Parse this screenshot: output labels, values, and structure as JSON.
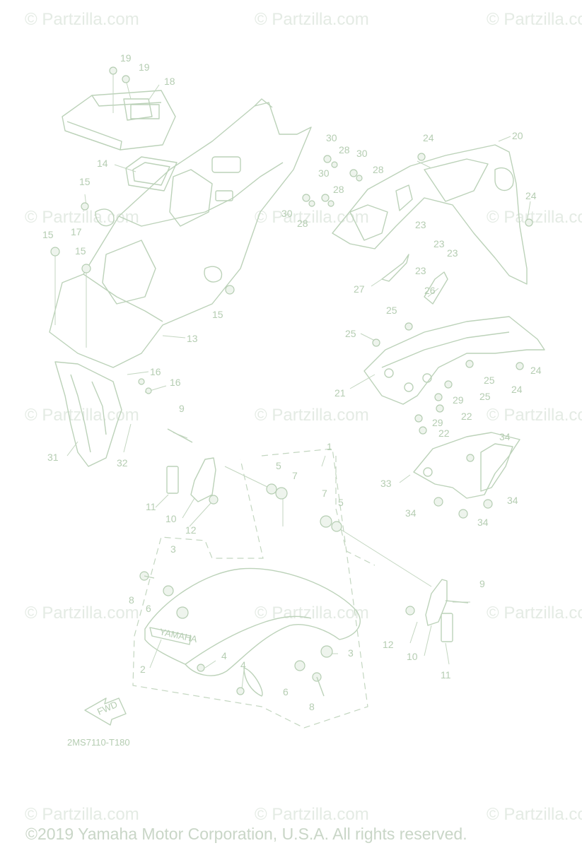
{
  "watermark": "© Partzilla.com",
  "diagram_code": "2MS7110-T180",
  "fwd_label": "FWD",
  "brand_decal": "YAMAHA",
  "copyright": "©2019 Yamaha Motor Corporation, U.S.A. All rights reserved.",
  "callouts": {
    "c19a": "19",
    "c19b": "19",
    "c18": "18",
    "c14": "14",
    "c15a": "15",
    "c15b": "15",
    "c15c": "15",
    "c15d": "15",
    "c17": "17",
    "c13": "13",
    "c16a": "16",
    "c16b": "16",
    "c31": "31",
    "c32": "32",
    "c30a": "30",
    "c30b": "30",
    "c30c": "30",
    "c30d": "30",
    "c28a": "28",
    "c28b": "28",
    "c28c": "28",
    "c28d": "28",
    "c24a": "24",
    "c24b": "24",
    "c24c": "24",
    "c24d": "24",
    "c20": "20",
    "c23a": "23",
    "c23b": "23",
    "c23c": "23",
    "c23d": "23",
    "c27": "27",
    "c26": "26",
    "c25a": "25",
    "c25b": "25",
    "c25c": "25",
    "c25d": "25",
    "c21": "21",
    "c29a": "29",
    "c29b": "29",
    "c22a": "22",
    "c22b": "22",
    "c33": "33",
    "c34a": "34",
    "c34b": "34",
    "c34c": "34",
    "c34d": "34",
    "c9a": "9",
    "c9b": "9",
    "c1": "1",
    "c5a": "5",
    "c5b": "5",
    "c7a": "7",
    "c7b": "7",
    "c11a": "11",
    "c11b": "11",
    "c10a": "10",
    "c10b": "10",
    "c12a": "12",
    "c12b": "12",
    "c3a": "3",
    "c3b": "3",
    "c8a": "8",
    "c8b": "8",
    "c6a": "6",
    "c6b": "6",
    "c2": "2",
    "c4a": "4",
    "c4b": "4"
  }
}
